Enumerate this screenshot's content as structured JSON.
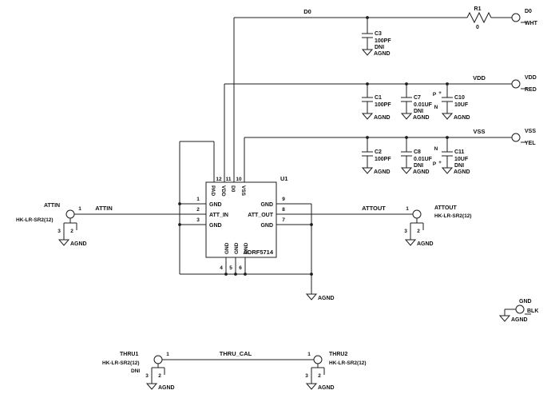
{
  "palette": {
    "wire": "#1c1c1c",
    "text": "#101010",
    "background": "#ffffff"
  },
  "nets": {
    "d0": "D0",
    "vdd": "VDD",
    "vss": "VSS",
    "attin": "ATTIN",
    "attout": "ATTOUT",
    "thru_cal": "THRU_CAL"
  },
  "ground_label": "AGND",
  "resistors": {
    "r1": {
      "ref": "R1",
      "value": "0"
    }
  },
  "capacitors": {
    "c3": {
      "ref": "C3",
      "value": "100PF",
      "note": "DNI"
    },
    "c1": {
      "ref": "C1",
      "value": "100PF"
    },
    "c7": {
      "ref": "C7",
      "value": "0.01UF",
      "note": "DNI"
    },
    "c10": {
      "ref": "C10",
      "value": "10UF",
      "pos": "P",
      "plus": "+",
      "neg": "N"
    },
    "c2": {
      "ref": "C2",
      "value": "100PF"
    },
    "c8": {
      "ref": "C8",
      "value": "0.01UF",
      "note": "DNI"
    },
    "c11": {
      "ref": "C11",
      "value": "10UF",
      "note": "DNI",
      "pos": "P",
      "plus": "+",
      "neg": "N"
    }
  },
  "ic": {
    "ref": "U1",
    "part": "ADRF5714",
    "pins": {
      "p1": {
        "num": "1",
        "name": "GND"
      },
      "p2": {
        "num": "2",
        "name": "ATT_IN"
      },
      "p3": {
        "num": "3",
        "name": "GND"
      },
      "p4": {
        "num": "4",
        "name": "GND"
      },
      "p5": {
        "num": "5",
        "name": "GND"
      },
      "p6": {
        "num": "6",
        "name": "GND"
      },
      "p7": {
        "num": "7",
        "name": "GND"
      },
      "p8": {
        "num": "8",
        "name": "ATT_OUT"
      },
      "p9": {
        "num": "9",
        "name": "GND"
      },
      "p10": {
        "num": "10",
        "name": "VSS"
      },
      "p11": {
        "num": "11",
        "name": "D0"
      },
      "p12": {
        "num": "12",
        "name": "VDD"
      },
      "pad": {
        "name": "PAD"
      }
    }
  },
  "connectors": {
    "attin": {
      "ref": "ATTIN",
      "part": "HK-LR-SR2(12)",
      "pin1": "1",
      "pin2": "2",
      "pin3": "3"
    },
    "attout": {
      "ref": "ATTOUT",
      "part": "HK-LR-SR2(12)",
      "pin1": "1",
      "pin2": "2",
      "pin3": "3"
    },
    "thru1": {
      "ref": "THRU1",
      "part": "HK-LR-SR2(12)",
      "note": "DNI",
      "pin1": "1",
      "pin2": "2",
      "pin3": "3"
    },
    "thru2": {
      "ref": "THRU2",
      "part": "HK-LR-SR2(12)",
      "pin1": "1",
      "pin2": "2",
      "pin3": "3"
    }
  },
  "headers": {
    "d0": {
      "name": "D0",
      "color": "WHT"
    },
    "vdd": {
      "name": "VDD",
      "color": "RED"
    },
    "vss": {
      "name": "VSS",
      "color": "YEL"
    },
    "gnd": {
      "name": "GND",
      "color": "BLK"
    }
  }
}
